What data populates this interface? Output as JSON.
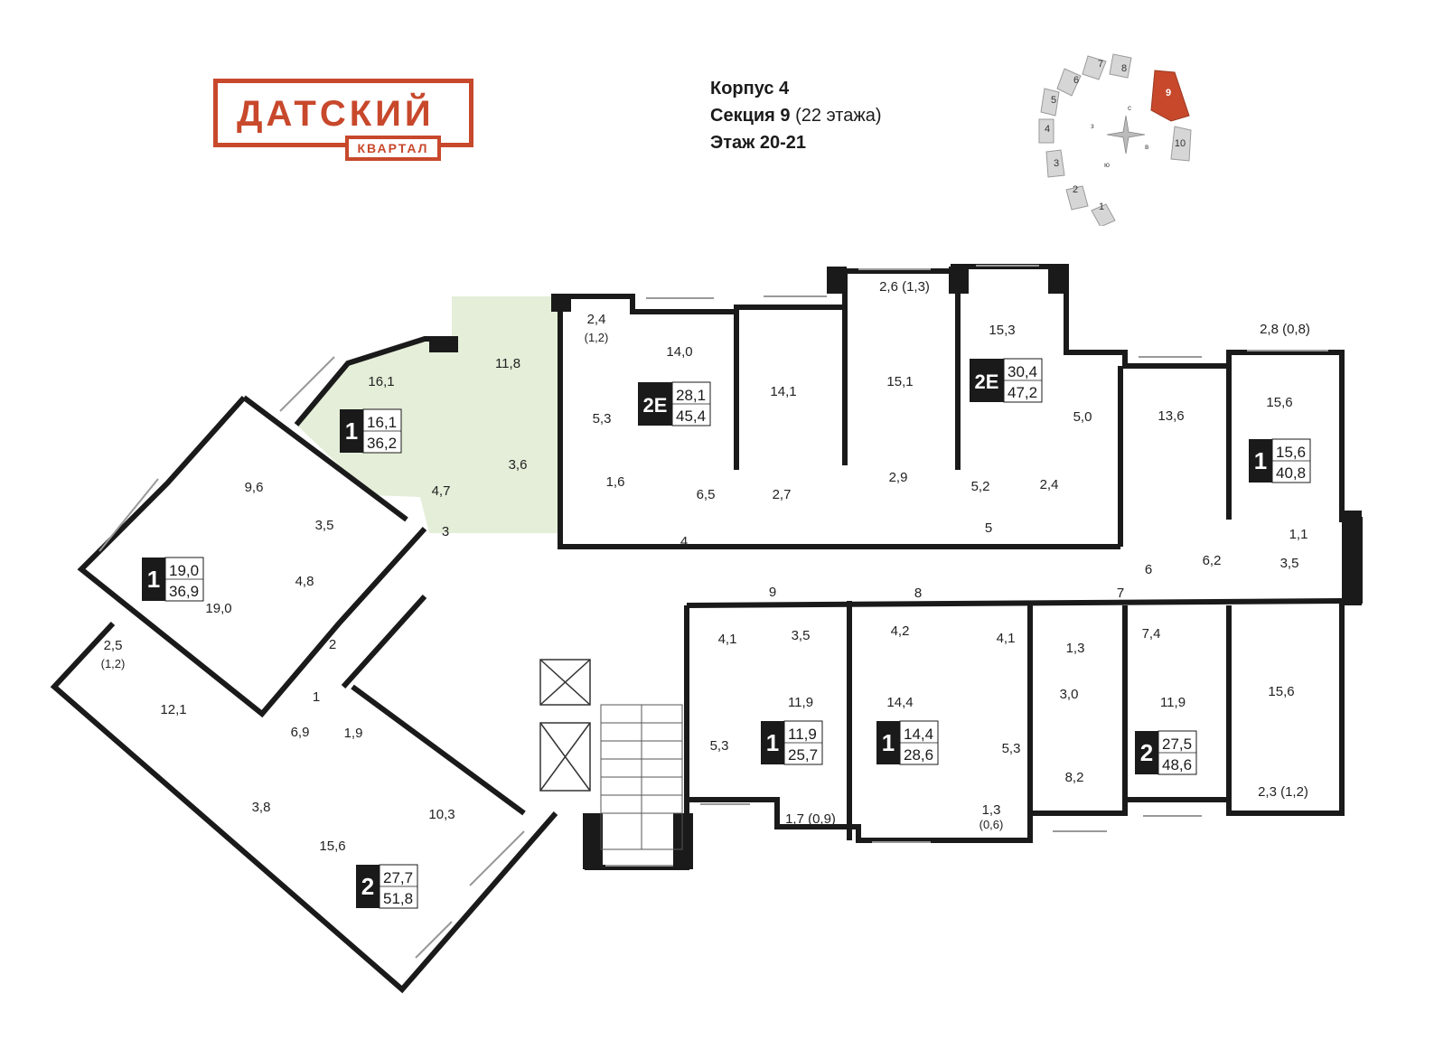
{
  "logo": {
    "main": "ДАТСКИЙ",
    "sub": "КВАРТАЛ",
    "color": "#c8482c"
  },
  "header": {
    "building_label": "Корпус 4",
    "section_label": "Секция 9",
    "floors_count_note": "(22 этажа)",
    "floor_label": "Этаж 20-21"
  },
  "minimap": {
    "sections": [
      "1",
      "2",
      "3",
      "4",
      "5",
      "6",
      "7",
      "8",
      "9",
      "10"
    ],
    "current_section": "9",
    "compass": {
      "n": "с",
      "w": "з",
      "e": "в",
      "s": "ю"
    },
    "highlight_color": "#c8482c"
  },
  "colors": {
    "wall": "#1a1a1a",
    "selected_fill": "#e4eed8",
    "badge_bg": "#1a1a1a",
    "badge_text": "#ffffff"
  },
  "apartments": [
    {
      "rooms": "1",
      "living": "16,1",
      "total": "36,2",
      "selected": true
    },
    {
      "rooms": "1",
      "living": "19,0",
      "total": "36,9",
      "selected": false
    },
    {
      "rooms": "2",
      "living": "27,7",
      "total": "51,8",
      "selected": false
    },
    {
      "rooms": "2Е",
      "living": "28,1",
      "total": "45,4",
      "selected": false
    },
    {
      "rooms": "2Е",
      "living": "30,4",
      "total": "47,2",
      "selected": false
    },
    {
      "rooms": "1",
      "living": "15,6",
      "total": "40,8",
      "selected": false
    },
    {
      "rooms": "1",
      "living": "11,9",
      "total": "25,7",
      "selected": false
    },
    {
      "rooms": "1",
      "living": "14,4",
      "total": "28,6",
      "selected": false
    },
    {
      "rooms": "2",
      "living": "27,5",
      "total": "48,6",
      "selected": false
    }
  ],
  "room_areas": [
    "16,1",
    "11,8",
    "3,6",
    "4,7",
    "3",
    "9,6",
    "3,5",
    "4,8",
    "19,0",
    "2",
    "2,5",
    "(1,2)",
    "12,1",
    "1",
    "6,9",
    "1,9",
    "3,8",
    "10,3",
    "15,6",
    "2,4",
    "(1,2)",
    "5,3",
    "1,6",
    "14,0",
    "6,5",
    "2,7",
    "4",
    "14,1",
    "2,6 (1,3)",
    "15,1",
    "2,9",
    "15,3",
    "5,2",
    "5,0",
    "2,4",
    "5",
    "13,6",
    "2,8 (0,8)",
    "15,6",
    "1,1",
    "6",
    "6,2",
    "3,5",
    "9",
    "4,1",
    "3,5",
    "11,9",
    "5,3",
    "1,7 (0,9)",
    "8",
    "4,2",
    "4,1",
    "14,4",
    "5,3",
    "1,3",
    "(0,6)",
    "7",
    "1,3",
    "3,0",
    "8,2",
    "7,4",
    "11,9",
    "15,6",
    "2,3 (1,2)"
  ]
}
